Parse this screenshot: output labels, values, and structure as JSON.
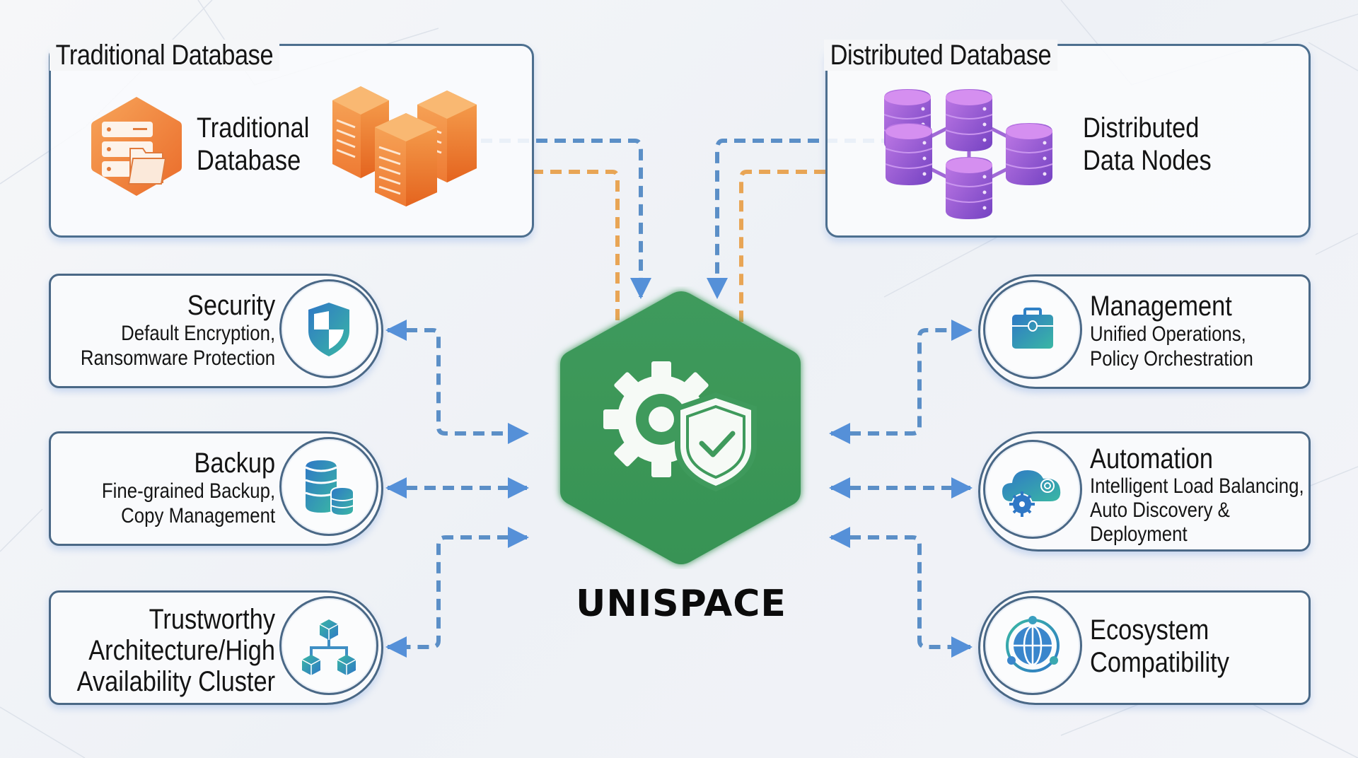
{
  "diagram": {
    "hub": {
      "name": "UNISPACE",
      "icon": "gear-shield-check-icon",
      "color": "#3e9a5b"
    },
    "groups": [
      {
        "id": "traditional",
        "title": "Traditional Database",
        "label_lines": [
          "Traditional",
          "Database"
        ],
        "icons": [
          "server-folder-icon",
          "server-racks-icon"
        ],
        "color": "#f0873a",
        "connector_colors": [
          "#5b8fc7",
          "#e8a555"
        ]
      },
      {
        "id": "distributed",
        "title": "Distributed Database",
        "label_lines": [
          "Distributed",
          "Data Nodes"
        ],
        "icons": [
          "database-cluster-icon"
        ],
        "color": "#9b5fd6",
        "connector_colors": [
          "#5b8fc7",
          "#e8a555"
        ]
      }
    ],
    "left_cards": [
      {
        "id": "security",
        "title": "Security",
        "sub": [
          "Default Encryption,",
          "Ransomware Protection"
        ],
        "icon": "shield-icon"
      },
      {
        "id": "backup",
        "title": "Backup",
        "sub": [
          "Fine-grained Backup,",
          "Copy Management"
        ],
        "icon": "database-backup-icon"
      },
      {
        "id": "trust",
        "title": "Trustworthy",
        "sub": [
          "Architecture/High",
          "Availability Cluster"
        ],
        "icon": "cluster-hierarchy-icon"
      }
    ],
    "right_cards": [
      {
        "id": "management",
        "title": "Management",
        "sub": [
          "Unified Operations,",
          "Policy Orchestration"
        ],
        "icon": "briefcase-icon"
      },
      {
        "id": "automation",
        "title": "Automation",
        "sub": [
          "Intelligent Load Balancing,",
          "Auto Discovery &",
          "Deployment"
        ],
        "icon": "cloud-gear-icon"
      },
      {
        "id": "ecosystem",
        "title": "Ecosystem",
        "sub": [
          "Compatibility"
        ],
        "icon": "globe-network-icon"
      }
    ],
    "connector_color": "#5b8fc7",
    "accent_blue": "#2f7fc4",
    "accent_teal": "#3fb2a6"
  }
}
